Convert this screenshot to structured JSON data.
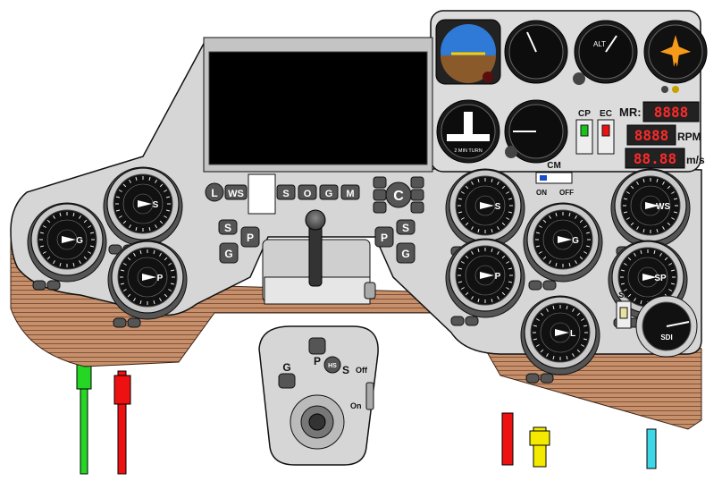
{
  "panel": {
    "title_display": "",
    "screen_buttons": [
      {
        "id": "L",
        "label": "L"
      },
      {
        "id": "WS",
        "label": "WS"
      },
      {
        "id": "S",
        "label": "S"
      },
      {
        "id": "O",
        "label": "O"
      },
      {
        "id": "G",
        "label": "G"
      },
      {
        "id": "M",
        "label": "M"
      }
    ],
    "center_knob_label": "C",
    "left_side_buttons": {
      "s": "S",
      "p": "P",
      "g": "G"
    },
    "right_side_buttons": {
      "s": "S",
      "p": "P",
      "g": "G"
    },
    "left_dials": [
      {
        "key": "g",
        "label": "G"
      },
      {
        "key": "s",
        "label": "S"
      },
      {
        "key": "p",
        "label": "P"
      }
    ],
    "right_dials": [
      {
        "key": "s",
        "label": "S"
      },
      {
        "key": "p",
        "label": "P"
      },
      {
        "key": "g",
        "label": "G"
      },
      {
        "key": "s2",
        "label": "S"
      },
      {
        "key": "ws",
        "label": "WS"
      },
      {
        "key": "sp",
        "label": "SP"
      },
      {
        "key": "l",
        "label": "L"
      }
    ],
    "cm_switch": {
      "label": "CM",
      "on": "ON",
      "off": "OFF"
    },
    "sf_switch": {
      "label": "SF"
    },
    "sdi_label": "SDI"
  },
  "instruments": {
    "airspeed_label": "",
    "turn_coordinator": {
      "label": "2 MIN TURN"
    },
    "vsi_label": "",
    "alt_label": "ALT",
    "heading_label": "",
    "cp_label": "CP",
    "ec_label": "EC"
  },
  "readouts": {
    "mr_label": "MR:",
    "mr_value": "8888",
    "rpm_label": "RPM",
    "rpm_value": "8888",
    "ms_label": "m/s",
    "ms_value": "88.88"
  },
  "handheld": {
    "buttons": {
      "g": "G",
      "p": "P",
      "hs": "HS",
      "s": "S"
    },
    "off_label": "Off",
    "on_label": "On"
  },
  "colors": {
    "panel": "#d6d6d6",
    "wood": "#c8906a",
    "instrument_bg": "#e4e4e4",
    "led_red": "#e11",
    "led_green": "#19c319",
    "cable_green": "#25d625",
    "cable_red": "#e11",
    "cable_yellow": "#f3ea00",
    "cable_cyan": "#3fd6e8"
  }
}
